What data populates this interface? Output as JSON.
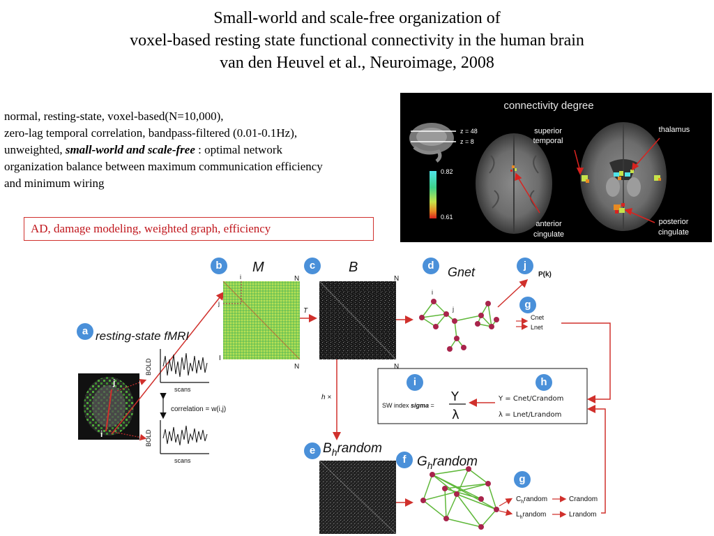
{
  "title": {
    "line1": "Small-world and scale-free organization of",
    "line2": "voxel-based resting state functional connectivity in the human brain",
    "line3": "van den Heuvel et al., Neuroimage, 2008"
  },
  "summary": {
    "line1": "normal, resting-state, voxel-based(N=10,000),",
    "line2": "zero-lag temporal correlation, bandpass-filtered (0.01-0.1Hz),",
    "line3_prefix": "unweighted, ",
    "line3_bold": "small-world and scale-free",
    "line3_suffix": " : optimal network",
    "line4": "organization balance between maximum communication efficiency",
    "line5": "and minimum wiring"
  },
  "future_work": "AD, damage modeling, weighted graph, efficiency",
  "brain_figure": {
    "title": "connectivity degree",
    "slice_labels": [
      "z = 48",
      "z = 8"
    ],
    "colorbar_max": "0.82",
    "colorbar_min": "0.61",
    "regions": {
      "superior_temporal": [
        "superior",
        "temporal"
      ],
      "thalamus": "thalamus",
      "anterior_cingulate": [
        "anterior",
        "cingulate"
      ],
      "posterior_cingulate": [
        "posterior",
        "cingulate"
      ]
    },
    "colors": {
      "high": "#4fe3e8",
      "mid": "#c6e34a",
      "low": "#d8231f"
    }
  },
  "pipeline": {
    "panels": {
      "a": "a",
      "b": "b",
      "c": "c",
      "d": "d",
      "e": "e",
      "f": "f",
      "g1": "g",
      "g2": "g",
      "h": "h",
      "i": "i",
      "j": "j"
    },
    "labels": {
      "resting_state": "resting-state fMRI",
      "M": "M",
      "B": "B",
      "Gnet": "Gnet",
      "Pk": "P(k)",
      "B_h_random": "B",
      "B_h_sub": "h",
      "B_h_rest": "random",
      "G_h_random": "G",
      "G_h_sub": "h",
      "G_h_rest": "random",
      "T": "T",
      "hx": "h ×",
      "matrix_i": "i",
      "matrix_j": "j",
      "matrix_N_top": "N",
      "matrix_N_bottom": "N",
      "matrix_I_bottom": "I",
      "B_N_top": "N",
      "B_N_bottom": "N",
      "node_i": "i",
      "node_j": "j",
      "brain_i": "i",
      "brain_j": "j",
      "bold_top": "BOLD",
      "bold_bottom": "BOLD",
      "scans_top": "scans",
      "scans_bottom": "scans",
      "correlation": "correlation = w(i,j)",
      "cnet": "Cnet",
      "lnet": "Lnet",
      "gamma_def": "Υ = Cnet/Crandom",
      "lambda_def": "λ = Lnet/Lrandom",
      "sw_index_prefix": "SW index ",
      "sw_index_sigma": "sigma",
      "sw_index_eq": " =",
      "gamma": "Υ",
      "lambda": "λ",
      "ch_random_c": "C",
      "ch_random_rest": "random",
      "lh_random_l": "L",
      "lh_random_rest": "random",
      "sub_h": "h",
      "crandom": "Crandom",
      "lrandom": "Lrandom"
    },
    "colors": {
      "badge": "#4a90d9",
      "arrow": "#d0302c",
      "node": "#a8244b",
      "edge": "#5fb83a"
    }
  }
}
